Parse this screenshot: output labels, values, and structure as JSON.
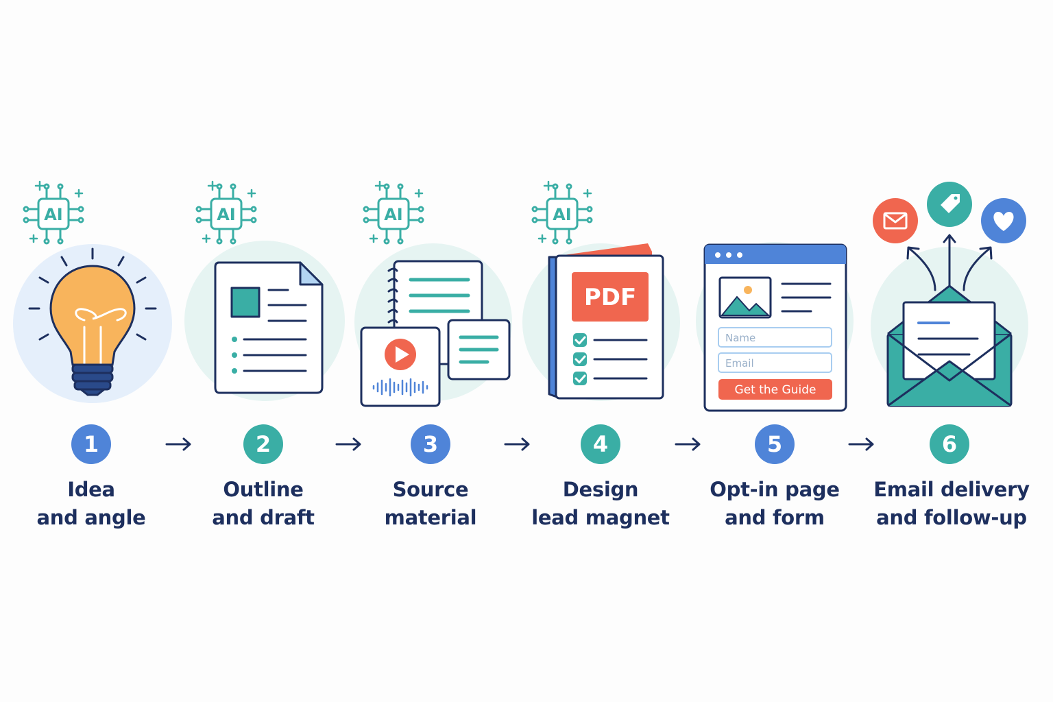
{
  "colors": {
    "navy": "#1d2f5e",
    "blue": "#4f84d8",
    "teal": "#3aaea5",
    "coral": "#f0664f",
    "yellow": "#f8b45c",
    "circle_blue": "#e5effb",
    "circle_teal": "#e6f4f2",
    "white": "#ffffff"
  },
  "ai_chip_text": "AI",
  "steps": [
    {
      "number": "1",
      "line1": "Idea",
      "line2": "and angle",
      "badge_color": "#4f84d8",
      "icon": "lightbulb-icon"
    },
    {
      "number": "2",
      "line1": "Outline",
      "line2": "and draft",
      "badge_color": "#3aaea5",
      "icon": "document-outline-icon"
    },
    {
      "number": "3",
      "line1": "Source",
      "line2": "material",
      "badge_color": "#4f84d8",
      "icon": "notebook-video-icon"
    },
    {
      "number": "4",
      "line1": "Design",
      "line2": "lead magnet",
      "badge_color": "#3aaea5",
      "icon": "pdf-booklet-icon"
    },
    {
      "number": "5",
      "line1": "Opt-in page",
      "line2": "and form",
      "badge_color": "#4f84d8",
      "icon": "optin-page-icon"
    },
    {
      "number": "6",
      "line1": "Email delivery",
      "line2": "and follow-up",
      "badge_color": "#3aaea5",
      "icon": "envelope-icon"
    }
  ],
  "pdf_label": "PDF",
  "form": {
    "name_placeholder": "Name",
    "email_placeholder": "Email",
    "button_label": "Get the Guide"
  }
}
